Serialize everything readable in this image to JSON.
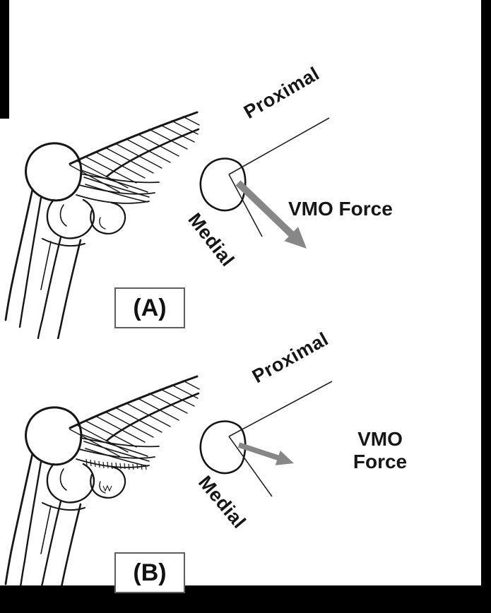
{
  "panels": {
    "a": {
      "label": "(A)",
      "proximal_label": "Proximal",
      "medial_label": "Medial",
      "force_label": "VMO Force"
    },
    "b": {
      "label": "(B)",
      "proximal_label": "Proximal",
      "medial_label": "Medial",
      "force_label_line1": "VMO",
      "force_label_line2": "Force"
    }
  },
  "colors": {
    "arrow": "#878787",
    "ink": "#161616"
  }
}
